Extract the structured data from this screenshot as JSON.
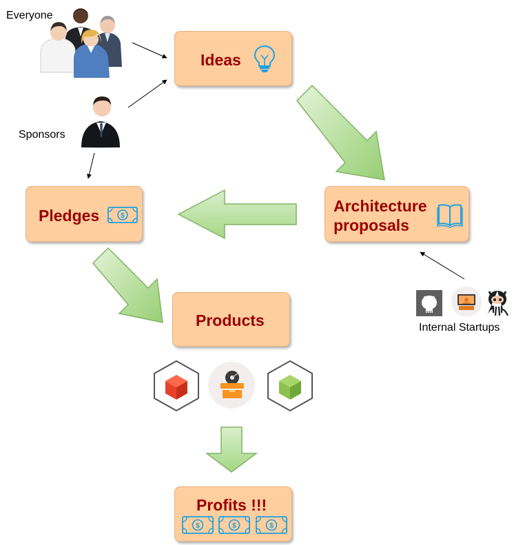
{
  "nodes": {
    "ideas": {
      "label": "Ideas",
      "icon": "lightbulb-icon"
    },
    "architecture": {
      "label_line1": "Architecture",
      "label_line2": "proposals",
      "icon": "book-icon"
    },
    "pledges": {
      "label": "Pledges",
      "icon": "money-bill-icon"
    },
    "products": {
      "label": "Products",
      "icons": [
        "red-package-icon",
        "software-box-icon",
        "green-package-icon"
      ]
    },
    "profits": {
      "label": "Profits !!!",
      "icons": [
        "money-bill-icon",
        "money-bill-icon",
        "money-bill-icon"
      ]
    }
  },
  "actors": {
    "everyone": {
      "label": "Everyone",
      "icon": "people-group-icon"
    },
    "sponsors": {
      "label": "Sponsors",
      "icon": "businessman-icon"
    },
    "internal_startups": {
      "label": "Internal Startups",
      "icons": [
        "github-square-icon",
        "developer-avatar-icon",
        "octocat-icon"
      ]
    }
  },
  "colors": {
    "box_fill": "#ffce9f",
    "box_text": "#990000",
    "arrow_fill": "#b5dd9d",
    "arrow_stroke": "#82b366",
    "icon_blue": "#1ba1e2"
  }
}
